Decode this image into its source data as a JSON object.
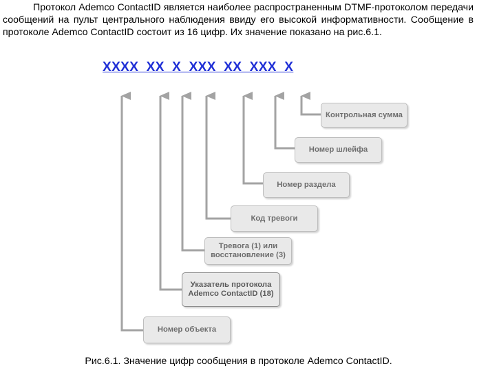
{
  "paragraph": "Протокол Ademco ContactID является наиболее распространенным DTMF-протоколом передачи сообщений на пульт центрального наблюдения ввиду его высокой информативности. Сообщение в протоколе Ademco ContactID состоит из 16 цифр. Их значение показано на рис.6.1.",
  "code_format": "XXXX  XX  X  XXX  XX  XXX  X",
  "labels": {
    "checksum": "Контрольная сумма",
    "zone": "Номер шлейфа",
    "partition": "Номер раздела",
    "alarm_code": "Код тревоги",
    "event_qualifier_1": "Тревога (1) или",
    "event_qualifier_2": "восстановление (3)",
    "protocol_1": "Указатель протокола",
    "protocol_2": "Ademco ContactID (18)",
    "account": "Номер объекта"
  },
  "caption": "Рис.6.1. Значение цифр сообщения в протоколе Ademco ContactID."
}
